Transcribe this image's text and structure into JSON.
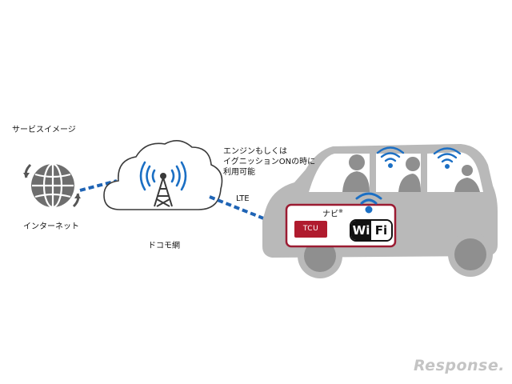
{
  "title": "サービスイメージ",
  "nodes": {
    "internet": "インターネット",
    "docomo": "ドコモ網"
  },
  "link_label": "LTE",
  "note_lines": [
    "エンジンもしくは",
    "イグニッションONの時に",
    "利用可能"
  ],
  "navi_label": "ナビ",
  "navi_mark": "※",
  "tcu_label": "TCU",
  "wifi": {
    "wi": "Wi",
    "fi": "Fi"
  },
  "watermark": "Response.",
  "colors": {
    "signal_blue": "#1b6fc4",
    "dash_blue": "#1f64b5",
    "car_gray": "#b9b9b9",
    "tcu_red": "#b01b2e",
    "module_border": "#9b1b32"
  }
}
